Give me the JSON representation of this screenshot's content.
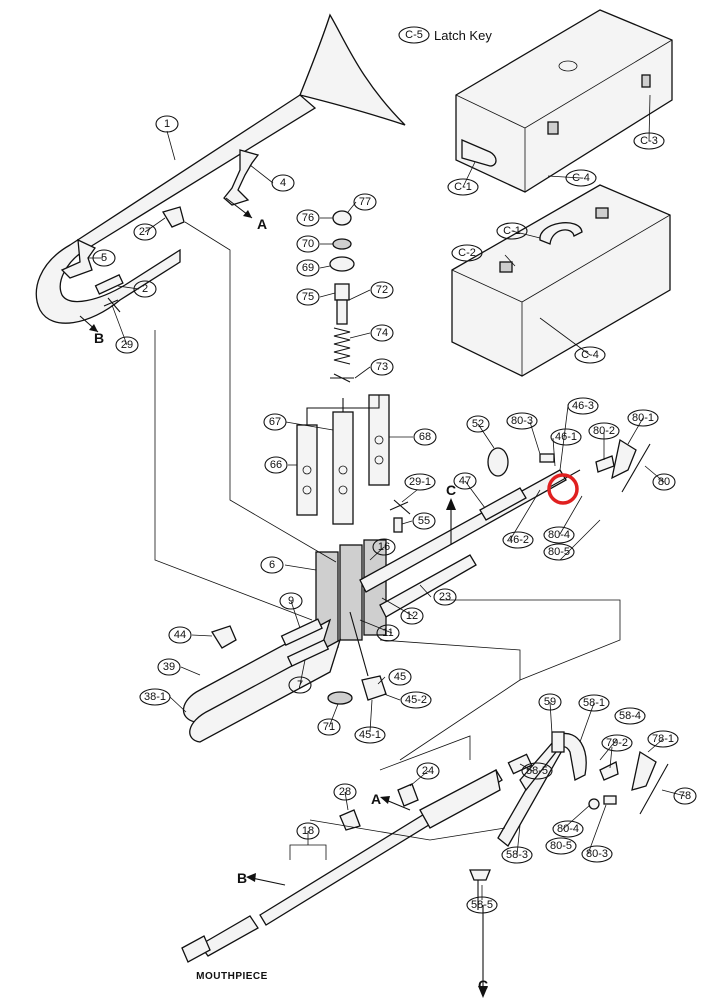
{
  "legend": {
    "latch_key_label": "C-5",
    "latch_key_text": "Latch Key"
  },
  "highlight_color": "#e02020",
  "letters": {
    "a": "A",
    "b": "B",
    "c": "C"
  },
  "mouthpiece_label": "MOUTHPIECE",
  "callouts": {
    "p1": "1",
    "p2": "2",
    "p4": "4",
    "p5": "5",
    "p27": "27",
    "p29": "29",
    "p76": "76",
    "p77": "77",
    "p70": "70",
    "p69": "69",
    "p75": "75",
    "p72": "72",
    "p74": "74",
    "p73": "73",
    "p67": "67",
    "p68": "68",
    "p66": "66",
    "p29_1": "29-1",
    "p55": "55",
    "p16": "16",
    "p6": "6",
    "p9": "9",
    "p12": "12",
    "p23": "23",
    "p11": "11",
    "p44": "44",
    "p39": "39",
    "p38_1": "38-1",
    "p7": "7",
    "p45": "45",
    "p45_2": "45-2",
    "p71": "71",
    "p45_1": "45-1",
    "p52": "52",
    "p47": "47",
    "p46_2": "46-2",
    "p46_1": "46-1",
    "p46_3": "46-3",
    "p80_3a": "80-3",
    "p80_2": "80-2",
    "p80_1": "80-1",
    "p80": "80",
    "p80_4a": "80-4",
    "p80_5a": "80-5",
    "c1a": "C-1",
    "c2": "C-2",
    "c1b": "C-1",
    "c3": "C-3",
    "c4a": "C-4",
    "c4b": "C-4",
    "p59": "59",
    "p58_1": "58-1",
    "p58_4": "58-4",
    "p79_2": "79-2",
    "p78_1": "78-1",
    "p78": "78",
    "p58_5a": "58-5",
    "p24": "24",
    "p28": "28",
    "p18": "18",
    "p80_4b": "80-4",
    "p80_5b": "80-5",
    "p58_3": "58-3",
    "p80_3b": "80-3",
    "p58_5b": "58-5"
  }
}
